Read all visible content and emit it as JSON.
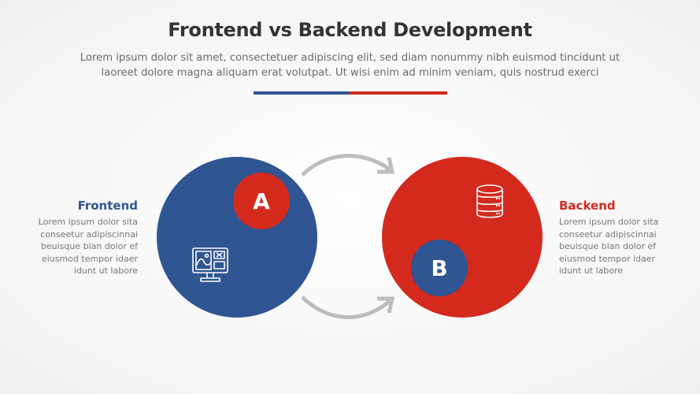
{
  "header": {
    "title": "Frontend vs Backend Development",
    "subtitle_line1": "Lorem ipsum dolor sit amet, consectetuer adipiscing elit, sed diam nonummy nibh euismod tincidunt ut",
    "subtitle_line2": "laoreet dolore magna aliquam erat volutpat. Ut wisi enim ad minim veniam, quis nostrud exerci"
  },
  "colors": {
    "blue": "#2f5592",
    "red": "#d42a1e",
    "arrow": "#bdbdbd",
    "title": "#333333",
    "text": "#777777"
  },
  "left": {
    "title": "Frontend",
    "text_lines": [
      "Lorem ipsum dolor sita",
      "conseetur adipiscinnai",
      "beuisque blan dolor ef",
      "eiusmod tempor idaer",
      "idunt ut labore"
    ],
    "badge": "A",
    "icon": "monitor-design-icon"
  },
  "right": {
    "title": "Backend",
    "text_lines": [
      "Lorem ipsum dolor sita",
      "conseetur adipiscinnai",
      "beuisque blan dolor ef",
      "eiusmod tempor idaer",
      "idunt ut labore"
    ],
    "badge": "B",
    "icon": "database-server-icon"
  },
  "arrows": [
    "curved-arrow-top",
    "curved-arrow-bottom"
  ]
}
